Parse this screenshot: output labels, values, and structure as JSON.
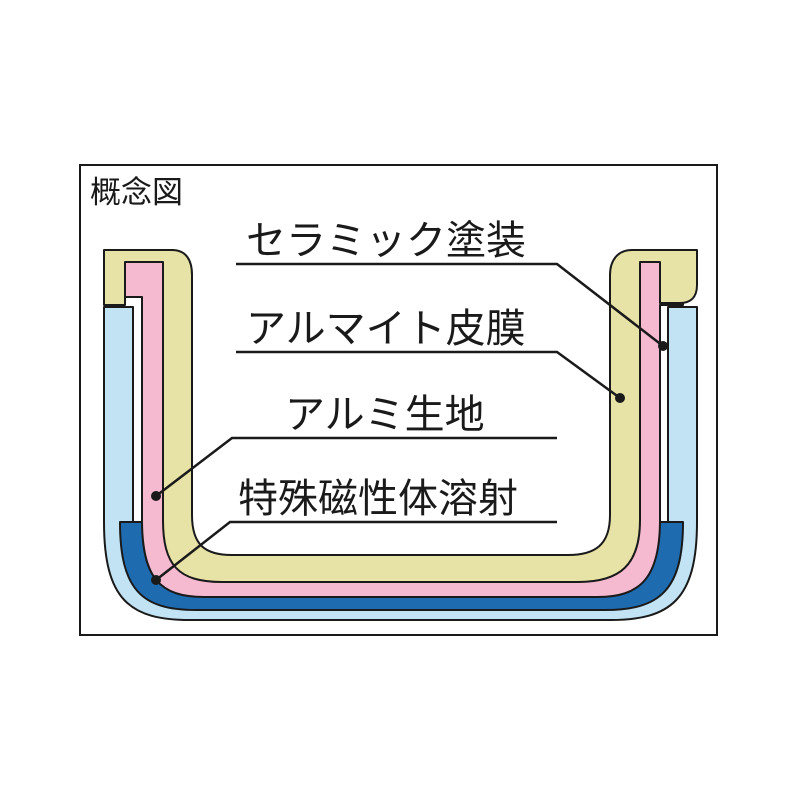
{
  "title": "概念図",
  "layers": [
    {
      "id": "ceramic",
      "label": "セラミック塗装",
      "color": "#e7e2a6"
    },
    {
      "id": "alumite",
      "label": "アルマイト皮膜",
      "color": "#f5b9d0"
    },
    {
      "id": "aluminum",
      "label": "アルミ生地",
      "color": "#c2e3f3"
    },
    {
      "id": "magnetic",
      "label": "特殊磁性体溶射",
      "color": "#1f6bb0"
    }
  ],
  "colors": {
    "frame": "#1a1a1a",
    "outline": "#1a1a1a",
    "background": "#ffffff"
  }
}
